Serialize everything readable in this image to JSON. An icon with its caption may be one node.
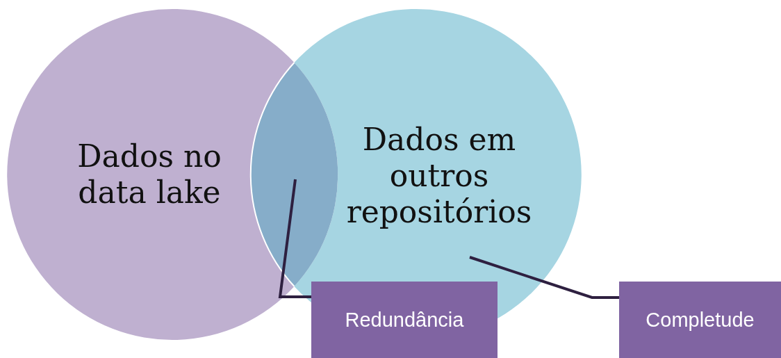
{
  "diagram": {
    "nodes": [
      {
        "text": [
          "Dados no data lake"
        ]
      },
      {
        "text": [
          "Dados em outros repositórios"
        ]
      },
      {
        "text": [
          "Redundância"
        ]
      },
      {
        "text": [
          "Completude"
        ]
      }
    ],
    "edges": [
      {
        "from": 2,
        "to": null,
        "arrow": "none"
      },
      {
        "from": 3,
        "to": 1,
        "arrow": "none"
      }
    ]
  }
}
